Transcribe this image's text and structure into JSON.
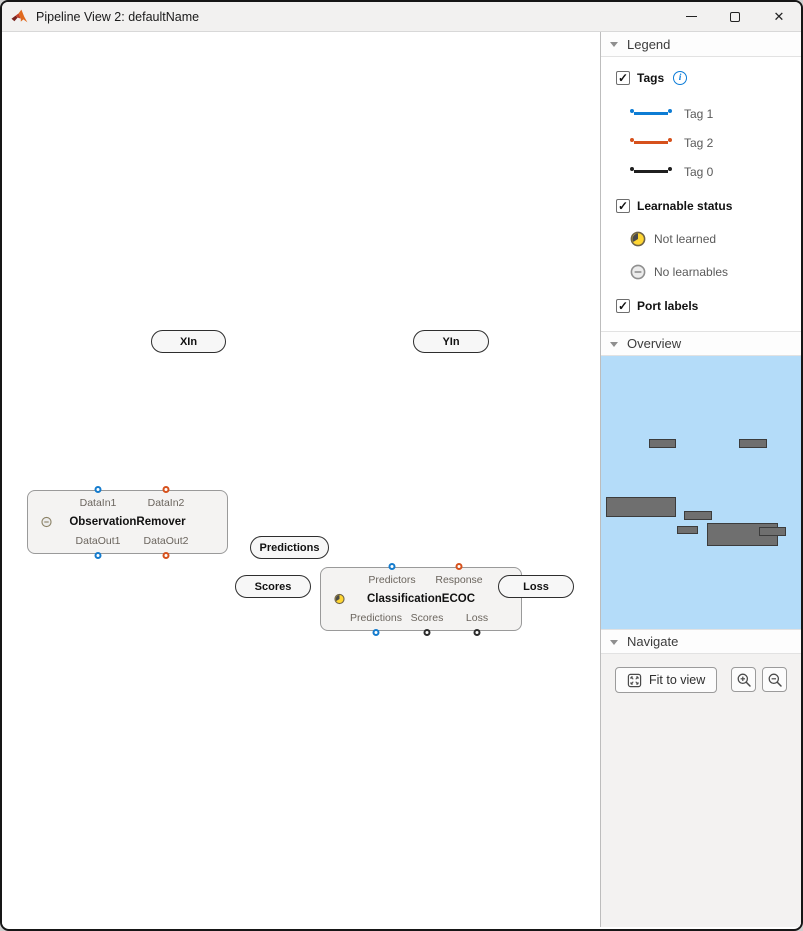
{
  "window": {
    "title": "Pipeline View 2: defaultName"
  },
  "canvas": {
    "pills": [
      {
        "label": "XIn"
      },
      {
        "label": "YIn"
      },
      {
        "label": "Predictions"
      },
      {
        "label": "Scores"
      },
      {
        "label": "Loss"
      }
    ],
    "blocks": [
      {
        "title": "ObservationRemover",
        "status": "no-learnables",
        "inputs": [
          {
            "label": "DataIn1",
            "color": "blue"
          },
          {
            "label": "DataIn2",
            "color": "orange"
          }
        ],
        "outputs": [
          {
            "label": "DataOut1",
            "color": "blue"
          },
          {
            "label": "DataOut2",
            "color": "orange"
          }
        ]
      },
      {
        "title": "ClassificationECOC",
        "status": "not-learned",
        "inputs": [
          {
            "label": "Predictors",
            "color": "blue"
          },
          {
            "label": "Response",
            "color": "orange"
          }
        ],
        "outputs": [
          {
            "label": "Predictions",
            "color": "blue"
          },
          {
            "label": "Scores",
            "color": "black"
          },
          {
            "label": "Loss",
            "color": "black"
          }
        ]
      }
    ]
  },
  "sidebar": {
    "legend": {
      "header": "Legend",
      "tags": {
        "label": "Tags",
        "checked": true,
        "info_icon": "info-circle"
      },
      "tag_items": [
        {
          "label": "Tag 1",
          "color": "#0d7cd4"
        },
        {
          "label": "Tag 2",
          "color": "#d6511c"
        },
        {
          "label": "Tag 0",
          "color": "#1f1f1f"
        }
      ],
      "learnable": {
        "label": "Learnable status",
        "checked": true
      },
      "learnable_items": [
        {
          "label": "Not learned",
          "icon": "clock-yellow"
        },
        {
          "label": "No learnables",
          "icon": "circle-minus-gray"
        }
      ],
      "port_labels": {
        "label": "Port labels",
        "checked": true
      }
    },
    "overview": {
      "header": "Overview"
    },
    "navigate": {
      "header": "Navigate",
      "fit_button": "Fit to view",
      "zoom_in_icon": "magnifier-plus",
      "zoom_out_icon": "magnifier-minus"
    }
  },
  "colors": {
    "port_blue": "#147bcd",
    "port_orange": "#d6511c",
    "port_black": "#2b2b2b",
    "minimap_bg": "#b4dcf9",
    "minimap_node": "#6f6f6f",
    "not_learned_yellow": "#ffd633"
  }
}
